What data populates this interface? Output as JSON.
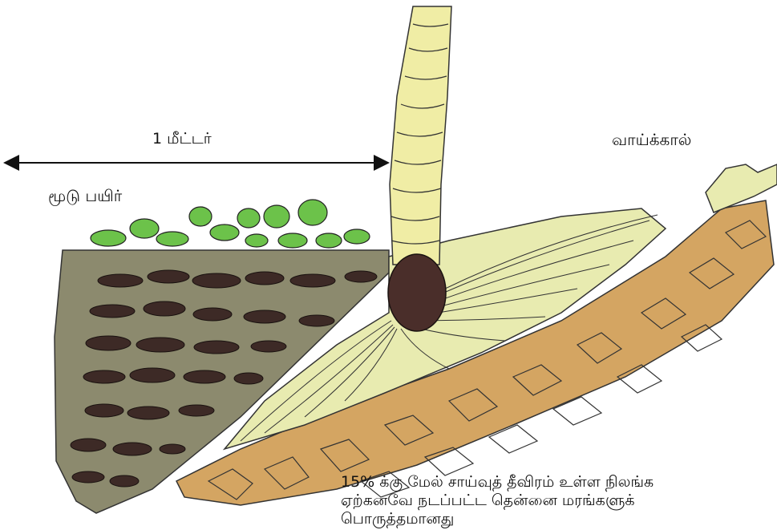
{
  "labels": {
    "width_label": "1 மீட்டர்",
    "channel_label": "வாய்க்கால்",
    "mulch_label": "மூடு பயிர்"
  },
  "note": {
    "line1": "15% க்கு மேல் சாய்வுத் தீவிரம் உள்ள நிலங்க",
    "line2": "ஏற்கனவே நடப்பட்ட தென்னை மரங்களுக்",
    "line3": "பொருத்தமானது"
  },
  "colors": {
    "soil": "#8c8a6e",
    "clod": "#3d2a26",
    "leaf": "#6cc24a",
    "trunk": "#f0eda5",
    "root": "#e8ebb0",
    "stone": "#d4a562",
    "root_ball": "#4a2e2a"
  }
}
